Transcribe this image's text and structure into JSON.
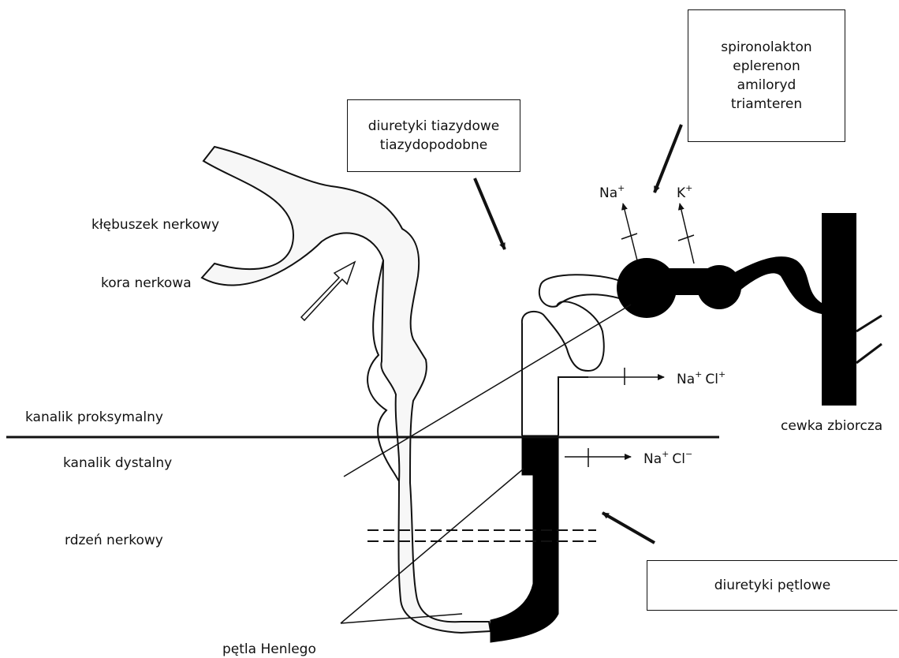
{
  "labels": {
    "glomerulus": "kłębuszek nerkowy",
    "cortex": "kora nerkowa",
    "proximal_tubule": "kanalik proksymalny",
    "distal_tubule": "kanalik dystalny",
    "medulla": "rdzeń nerkowy",
    "loop_of_henle": "pętla Henlego",
    "collecting_duct": "cewka zbiorcza"
  },
  "boxes": {
    "thiazide": {
      "line1": "diuretyki tiazydowe",
      "line2": "tiazydopodobne"
    },
    "potassium_sparing": {
      "line1": "spironolakton",
      "line2": "eplerenon",
      "line3": "amiloryd",
      "line4": "triamteren"
    },
    "loop": {
      "line1": "diuretyki pętlowe"
    }
  },
  "ions": {
    "na": "Na",
    "na_charge": "+",
    "k": "K",
    "k_charge": "+",
    "upper_na": "Na",
    "upper_na_charge": "+",
    "upper_cl": "Cl",
    "upper_cl_charge": "+",
    "lower_na": "Na",
    "lower_na_charge": "+",
    "lower_cl": "Cl",
    "lower_cl_charge": "−"
  },
  "colors": {
    "ink": "#111111",
    "nephron_fill": "#f7f7f7",
    "dark_segment": "#000000"
  }
}
